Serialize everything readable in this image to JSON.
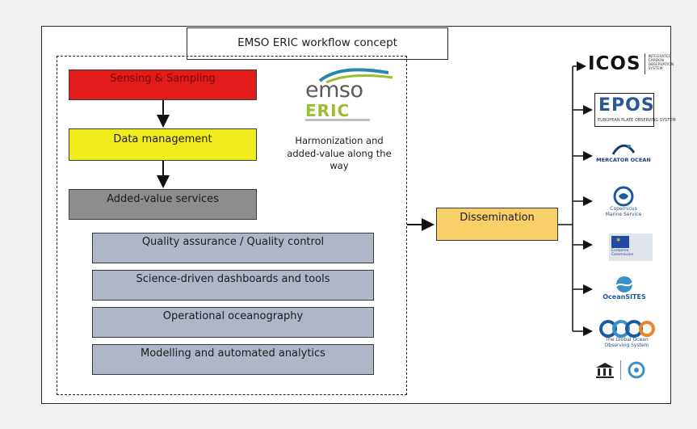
{
  "title": "EMSO ERIC workflow concept",
  "steps": {
    "sensing": "Sensing & Sampling",
    "data_management": "Data management",
    "added_value": "Added-value services"
  },
  "services": [
    "Quality assurance / Quality control",
    "Science-driven dashboards and tools",
    "Operational oceanography",
    "Modelling and automated analytics"
  ],
  "tagline": "Harmonization and added-value along the way",
  "logo": {
    "emso": "emso",
    "eric": "ERIC"
  },
  "dissemination": "Dissemination",
  "partners": [
    {
      "name": "ICOS",
      "sub": "INTEGRATED CARBON OBSERVATION SYSTEM"
    },
    {
      "name": "EPOS",
      "sub": "EUROPEAN PLATE OBSERVING SYSTEM"
    },
    {
      "name": "MERCATOR OCEAN",
      "sub": ""
    },
    {
      "name": "Copernicus Marine Service",
      "sub": ""
    },
    {
      "name": "European Commission",
      "sub": ""
    },
    {
      "name": "OceanSITES",
      "sub": ""
    },
    {
      "name": "GOOS",
      "sub": "The Global Ocean Observing System"
    },
    {
      "name": "UNESCO IOC",
      "sub": ""
    }
  ],
  "colors": {
    "sensing": "#e21b1b",
    "data_management": "#f1ec1c",
    "added_value": "#8d8d8d",
    "services": "#aeb6c7",
    "dissemination": "#f8d06a"
  }
}
